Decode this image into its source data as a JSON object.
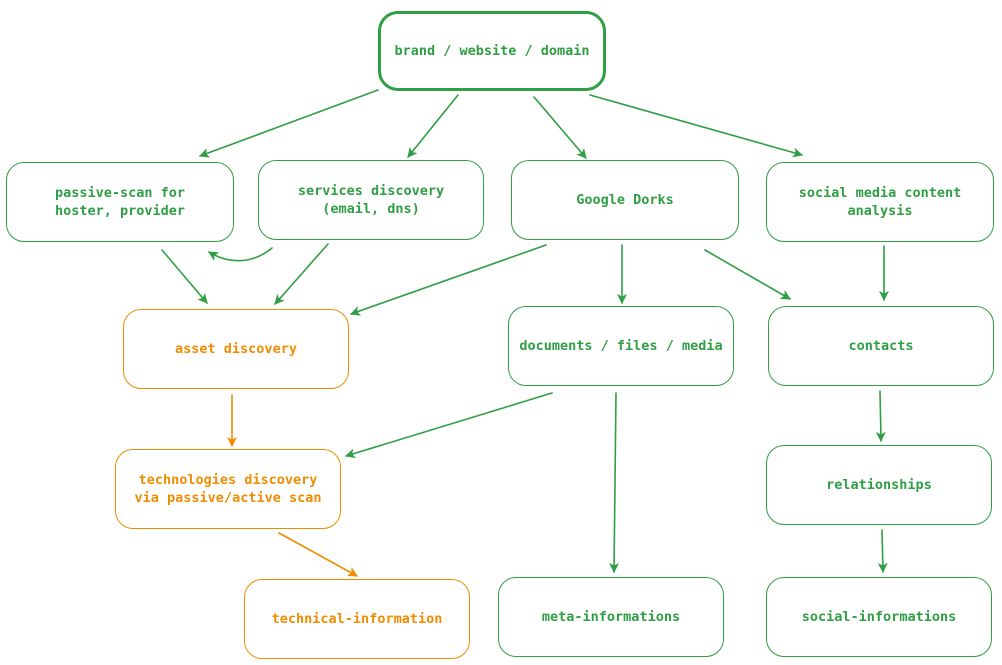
{
  "diagram": {
    "colors": {
      "green": "#2f9e44",
      "orange": "#f08c00"
    },
    "nodes": {
      "root": {
        "label": "brand / website / domain",
        "color": "green"
      },
      "passive_scan": {
        "label": "passive-scan for\nhoster, provider",
        "color": "green"
      },
      "services_discovery": {
        "label": "services discovery\n(email, dns)",
        "color": "green"
      },
      "google_dorks": {
        "label": "Google Dorks",
        "color": "green"
      },
      "social_media": {
        "label": "social media content\nanalysis",
        "color": "green"
      },
      "asset_discovery": {
        "label": "asset discovery",
        "color": "orange"
      },
      "documents": {
        "label": "documents / files / media",
        "color": "green"
      },
      "contacts": {
        "label": "contacts",
        "color": "green"
      },
      "technologies": {
        "label": "technologies discovery\nvia passive/active scan",
        "color": "orange"
      },
      "relationships": {
        "label": "relationships",
        "color": "green"
      },
      "technical_information": {
        "label": "technical-information",
        "color": "orange"
      },
      "meta_informations": {
        "label": "meta-informations",
        "color": "green"
      },
      "social_informations": {
        "label": "social-informations",
        "color": "green"
      }
    },
    "edges": [
      {
        "from": "root",
        "to": "passive_scan",
        "color": "green"
      },
      {
        "from": "root",
        "to": "services_discovery",
        "color": "green"
      },
      {
        "from": "root",
        "to": "google_dorks",
        "color": "green"
      },
      {
        "from": "root",
        "to": "social_media",
        "color": "green"
      },
      {
        "from": "services_discovery",
        "to": "passive_scan",
        "color": "green"
      },
      {
        "from": "passive_scan",
        "to": "asset_discovery",
        "color": "green"
      },
      {
        "from": "services_discovery",
        "to": "asset_discovery",
        "color": "green"
      },
      {
        "from": "google_dorks",
        "to": "asset_discovery",
        "color": "green"
      },
      {
        "from": "google_dorks",
        "to": "documents",
        "color": "green"
      },
      {
        "from": "google_dorks",
        "to": "contacts",
        "color": "green"
      },
      {
        "from": "social_media",
        "to": "contacts",
        "color": "green"
      },
      {
        "from": "asset_discovery",
        "to": "technologies",
        "color": "orange"
      },
      {
        "from": "documents",
        "to": "technologies",
        "color": "green"
      },
      {
        "from": "documents",
        "to": "meta_informations",
        "color": "green"
      },
      {
        "from": "contacts",
        "to": "relationships",
        "color": "green"
      },
      {
        "from": "technologies",
        "to": "technical_information",
        "color": "orange"
      },
      {
        "from": "relationships",
        "to": "social_informations",
        "color": "green"
      }
    ]
  }
}
